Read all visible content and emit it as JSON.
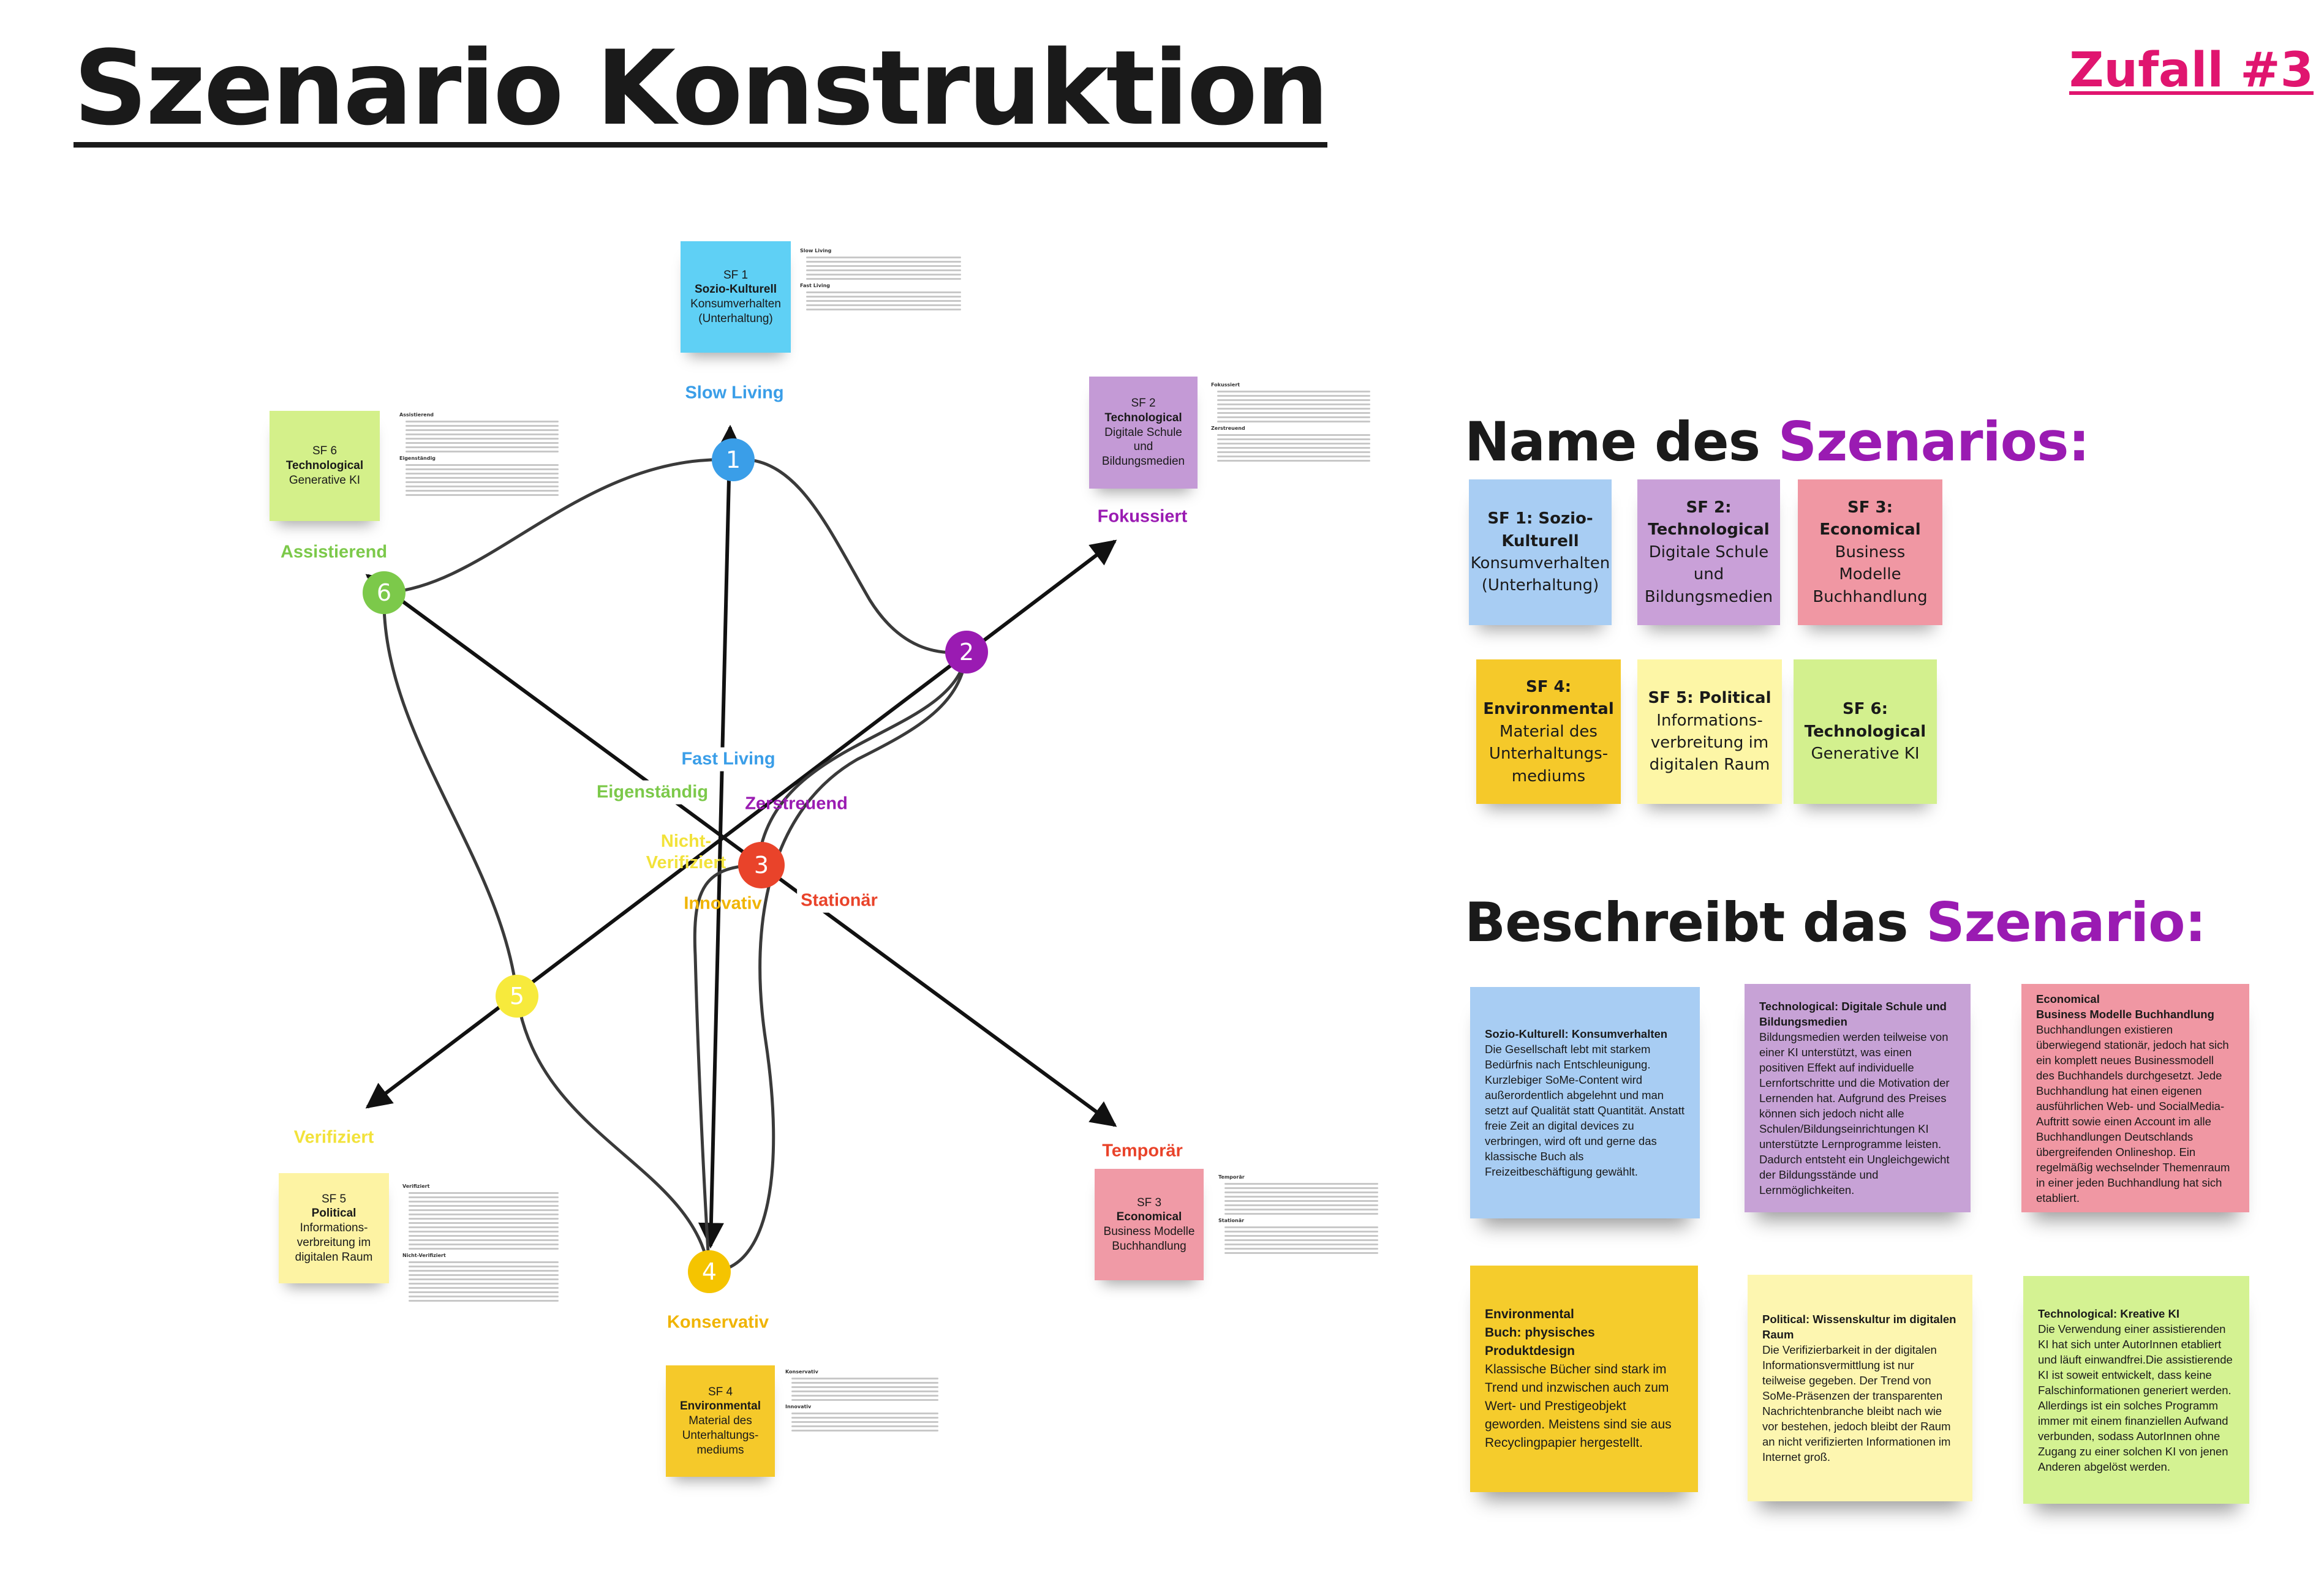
{
  "title": "Szenario Konstruktion",
  "random_tag": "Zufall #3",
  "colors": {
    "accent": "#9a1bb2",
    "tag": "#e0156f",
    "blue": "#3a9ee8",
    "purple": "#9a1bb2",
    "red": "#e9432a",
    "orange": "#f0b400",
    "yellow": "#f2e23a",
    "green": "#7cc94a"
  },
  "diagram": {
    "nodes": [
      "1",
      "2",
      "3",
      "4",
      "5",
      "6"
    ],
    "labels": {
      "slow_living": "Slow Living",
      "fast_living": "Fast Living",
      "fokussiert": "Fokussiert",
      "zerstreuend": "Zerstreuend",
      "temporaer": "Temporär",
      "stationaer": "Stationär",
      "konservativ": "Konservativ",
      "innovativ": "Innovativ",
      "verifiziert": "Verifiziert",
      "nicht_verifiziert": "Nicht-\nVerifiziert",
      "assistierend": "Assistierend",
      "eigenstaendig": "Eigenständig"
    },
    "factors": [
      {
        "id": "SF 1",
        "category": "Sozio-Kulturell",
        "topic": "Konsumverhalten (Unterhaltung)",
        "blocks": [
          "Slow Living",
          "Fast Living"
        ]
      },
      {
        "id": "SF 2",
        "category": "Technological",
        "topic": "Digitale Schule und Bildungsmedien",
        "blocks": [
          "Fokussiert",
          "Zerstreuend"
        ]
      },
      {
        "id": "SF 3",
        "category": "Economical",
        "topic": "Business Modelle Buchhandlung",
        "blocks": [
          "Temporär",
          "Stationär"
        ]
      },
      {
        "id": "SF 4",
        "category": "Environmental",
        "topic": "Material des Unterhaltungs-mediums",
        "blocks": [
          "Konservativ",
          "Innovativ"
        ]
      },
      {
        "id": "SF 5",
        "category": "Political",
        "topic": "Informations-verbreitung im digitalen Raum",
        "blocks": [
          "Verifiziert",
          "Nicht-Verifiziert"
        ]
      },
      {
        "id": "SF 6",
        "category": "Technological",
        "topic": "Generative KI",
        "blocks": [
          "Assistierend",
          "Eigenständig"
        ]
      }
    ]
  },
  "name_section": {
    "heading_prefix": "Name des ",
    "heading_accent": "Szenarios:",
    "notes": [
      {
        "title": "SF 1: Sozio-Kulturell",
        "body": "Konsumverhalten (Unterhaltung)"
      },
      {
        "title": "SF 2: Technological",
        "body": "Digitale Schule und Bildungsmedien"
      },
      {
        "title": "SF 3: Economical",
        "body": "Business Modelle Buchhandlung"
      },
      {
        "title": "SF 4: Environmental",
        "body": "Material des Unterhaltungs-mediums"
      },
      {
        "title": "SF 5: Political",
        "body": "Informations-verbreitung im digitalen Raum"
      },
      {
        "title": "SF 6: Technological",
        "body": "Generative KI"
      }
    ]
  },
  "describe_section": {
    "heading_prefix": "Beschreibt das ",
    "heading_accent": "Szenario:",
    "notes": [
      {
        "title": "Sozio-Kulturell: Konsumverhalten",
        "body": "Die Gesellschaft lebt mit starkem Bedürfnis nach Entschleunigung. Kurzlebiger SoMe-Content wird außerordentlich abgelehnt und man setzt auf Qualität statt Quantität. Anstatt freie Zeit an digital devices zu verbringen, wird oft und gerne das klassische Buch als Freizeitbeschäftigung gewählt."
      },
      {
        "title": "Technological: Digitale Schule und Bildungsmedien",
        "body": "Bildungsmedien werden teilweise von einer KI unterstützt, was einen positiven Effekt auf individuelle Lernfortschritte und die Motivation der Lernenden hat. Aufgrund des Preises können sich jedoch nicht alle Schulen/Bildungseinrichtungen KI unterstützte Lernprogramme leisten. Dadurch entsteht ein Ungleichgewicht der Bildungsstände und Lernmöglichkeiten."
      },
      {
        "title": "Economical\nBusiness Modelle Buchhandlung",
        "body": "Buchhandlungen existieren überwiegend stationär, jedoch hat sich ein komplett neues Businessmodell des Buchhandels durchgesetzt. Jede Buchhandlung hat einen eigenen ausführlichen Web- und SocialMedia-Auftritt sowie einen Account im alle Buchhandlungen Deutschlands übergreifenden Onlineshop. Ein regelmäßig wechselnder Themenraum in einer jeden Buchhandlung hat sich etabliert."
      },
      {
        "title": "Environmental\nBuch: physisches Produktdesign",
        "body": "Klassische Bücher sind stark im Trend und inzwischen auch zum Wert- und Prestigeobjekt geworden. Meistens sind sie aus Recyclingpapier hergestellt."
      },
      {
        "title": "Political: Wissenskultur im digitalen Raum",
        "body": "Die Verifizierbarkeit in der digitalen Informationsvermittlung ist nur teilweise gegeben. Der Trend von SoMe-Präsenzen der transparenten Nachrichtenbranche bleibt nach wie vor bestehen, jedoch bleibt der Raum an nicht verifizierten Informationen im Internet groß."
      },
      {
        "title": "Technological: Kreative KI",
        "body": "Die Verwendung einer assistierenden KI hat sich unter AutorInnen etabliert und läuft einwandfrei.Die assistierende KI ist soweit entwickelt, dass keine Falschinformationen generiert werden. Allerdings ist ein solches Programm immer mit einem finanziellen Aufwand verbunden, sodass AutorInnen ohne Zugang zu einer solchen KI von jenen Anderen abgelöst werden."
      }
    ]
  }
}
